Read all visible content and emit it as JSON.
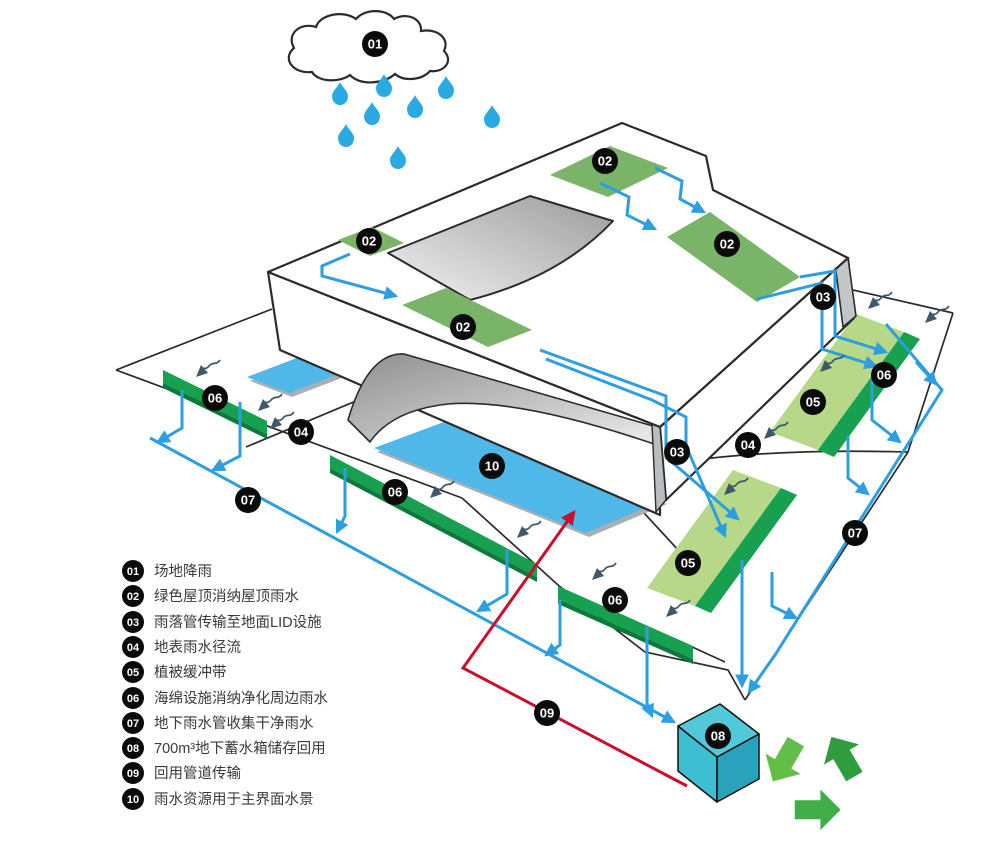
{
  "legend": {
    "items": [
      {
        "num": "01",
        "label": "场地降雨"
      },
      {
        "num": "02",
        "label": "绿色屋顶消纳屋顶雨水"
      },
      {
        "num": "03",
        "label": "雨落管传输至地面LID设施"
      },
      {
        "num": "04",
        "label": "地表雨水径流"
      },
      {
        "num": "05",
        "label": "植被缓冲带"
      },
      {
        "num": "06",
        "label": "海绵设施消纳净化周边雨水"
      },
      {
        "num": "07",
        "label": "地下雨水管收集干净雨水"
      },
      {
        "num": "08",
        "label": "700m³地下蓄水箱储存回用"
      },
      {
        "num": "09",
        "label": "回用管道传输"
      },
      {
        "num": "10",
        "label": "雨水资源用于主界面水景"
      }
    ]
  },
  "markers": [
    {
      "id": "rain-cloud",
      "num": "01"
    },
    {
      "id": "green-roof-top",
      "num": "02"
    },
    {
      "id": "green-roof-right",
      "num": "02"
    },
    {
      "id": "green-roof-left",
      "num": "02"
    },
    {
      "id": "green-roof-center",
      "num": "02"
    },
    {
      "id": "downspout-upper",
      "num": "03"
    },
    {
      "id": "downspout-lower",
      "num": "03"
    },
    {
      "id": "surface-runoff-left",
      "num": "04"
    },
    {
      "id": "surface-runoff-right",
      "num": "04"
    },
    {
      "id": "vegetated-buffer-upper",
      "num": "05"
    },
    {
      "id": "vegetated-buffer-lower",
      "num": "05"
    },
    {
      "id": "sponge-strip-left",
      "num": "06"
    },
    {
      "id": "sponge-strip-middle",
      "num": "06"
    },
    {
      "id": "sponge-strip-right",
      "num": "06"
    },
    {
      "id": "sponge-strip-bottom",
      "num": "06"
    },
    {
      "id": "underground-pipe-left",
      "num": "07"
    },
    {
      "id": "underground-pipe-right",
      "num": "07"
    },
    {
      "id": "storage-tank",
      "num": "08"
    },
    {
      "id": "reuse-pipe",
      "num": "09"
    },
    {
      "id": "water-feature",
      "num": "10"
    }
  ],
  "colors": {
    "pipe_blue": "#2D9EDF",
    "water_blue": "#4FB8E8",
    "rain_blue": "#29ABE2",
    "roof_green": "#7AB468",
    "buffer_green": "#B6D888",
    "sponge_green": "#16A04F",
    "sponge_green_dark": "#0C7A3A",
    "tank_teal": "#52C9DB",
    "reuse_red": "#C8102E",
    "recycle_green": "#3FAE49",
    "badge_black": "#0B0B0B",
    "outline": "#2B2B2B"
  }
}
